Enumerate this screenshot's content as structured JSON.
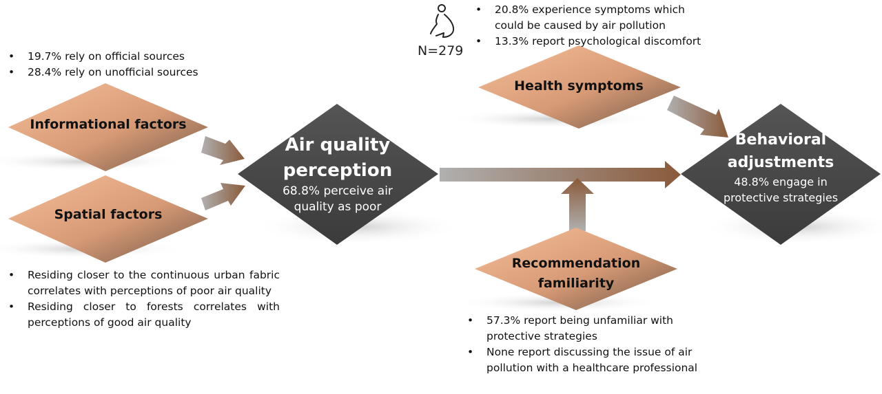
{
  "nodes": {
    "informational": {
      "label": "Informational factors"
    },
    "spatial": {
      "label": "Spatial factors"
    },
    "perception": {
      "title_line1": "Air quality",
      "title_line2": "perception",
      "stat_line1": "68.8% perceive air",
      "stat_line2": "quality as poor"
    },
    "health": {
      "label": "Health symptoms"
    },
    "recommendation": {
      "label_line1": "Recommendation",
      "label_line2": "familiarity"
    },
    "behavioral": {
      "title_line1": "Behavioral",
      "title_line2": "adjustments",
      "stat_line1": "48.8% engage in",
      "stat_line2": "protective strategies"
    }
  },
  "notes": {
    "informational": [
      "19.7% rely on official sources",
      "28.4% rely on unofficial sources"
    ],
    "spatial": [
      "Residing closer to the continuous urban fabric correlates with perceptions of poor air quality",
      "Residing closer to forests correlates with perceptions of good air quality"
    ],
    "health": [
      "20.8% experience symptoms which could be caused by air pollution",
      "13.3% report psychological discomfort"
    ],
    "recommendation": [
      "57.3% report being unfamiliar with protective strategies",
      "None report discussing the issue of air pollution with a healthcare professional"
    ]
  },
  "sample": {
    "icon": "pregnant-woman-icon",
    "count": "N=279"
  },
  "colors": {
    "light_diamond_from": "#f0b48e",
    "light_diamond_to": "#8a6a55",
    "dark_diamond": "#474747",
    "arrow_from": "#a9a9a9",
    "arrow_to": "#8a5a3a"
  }
}
